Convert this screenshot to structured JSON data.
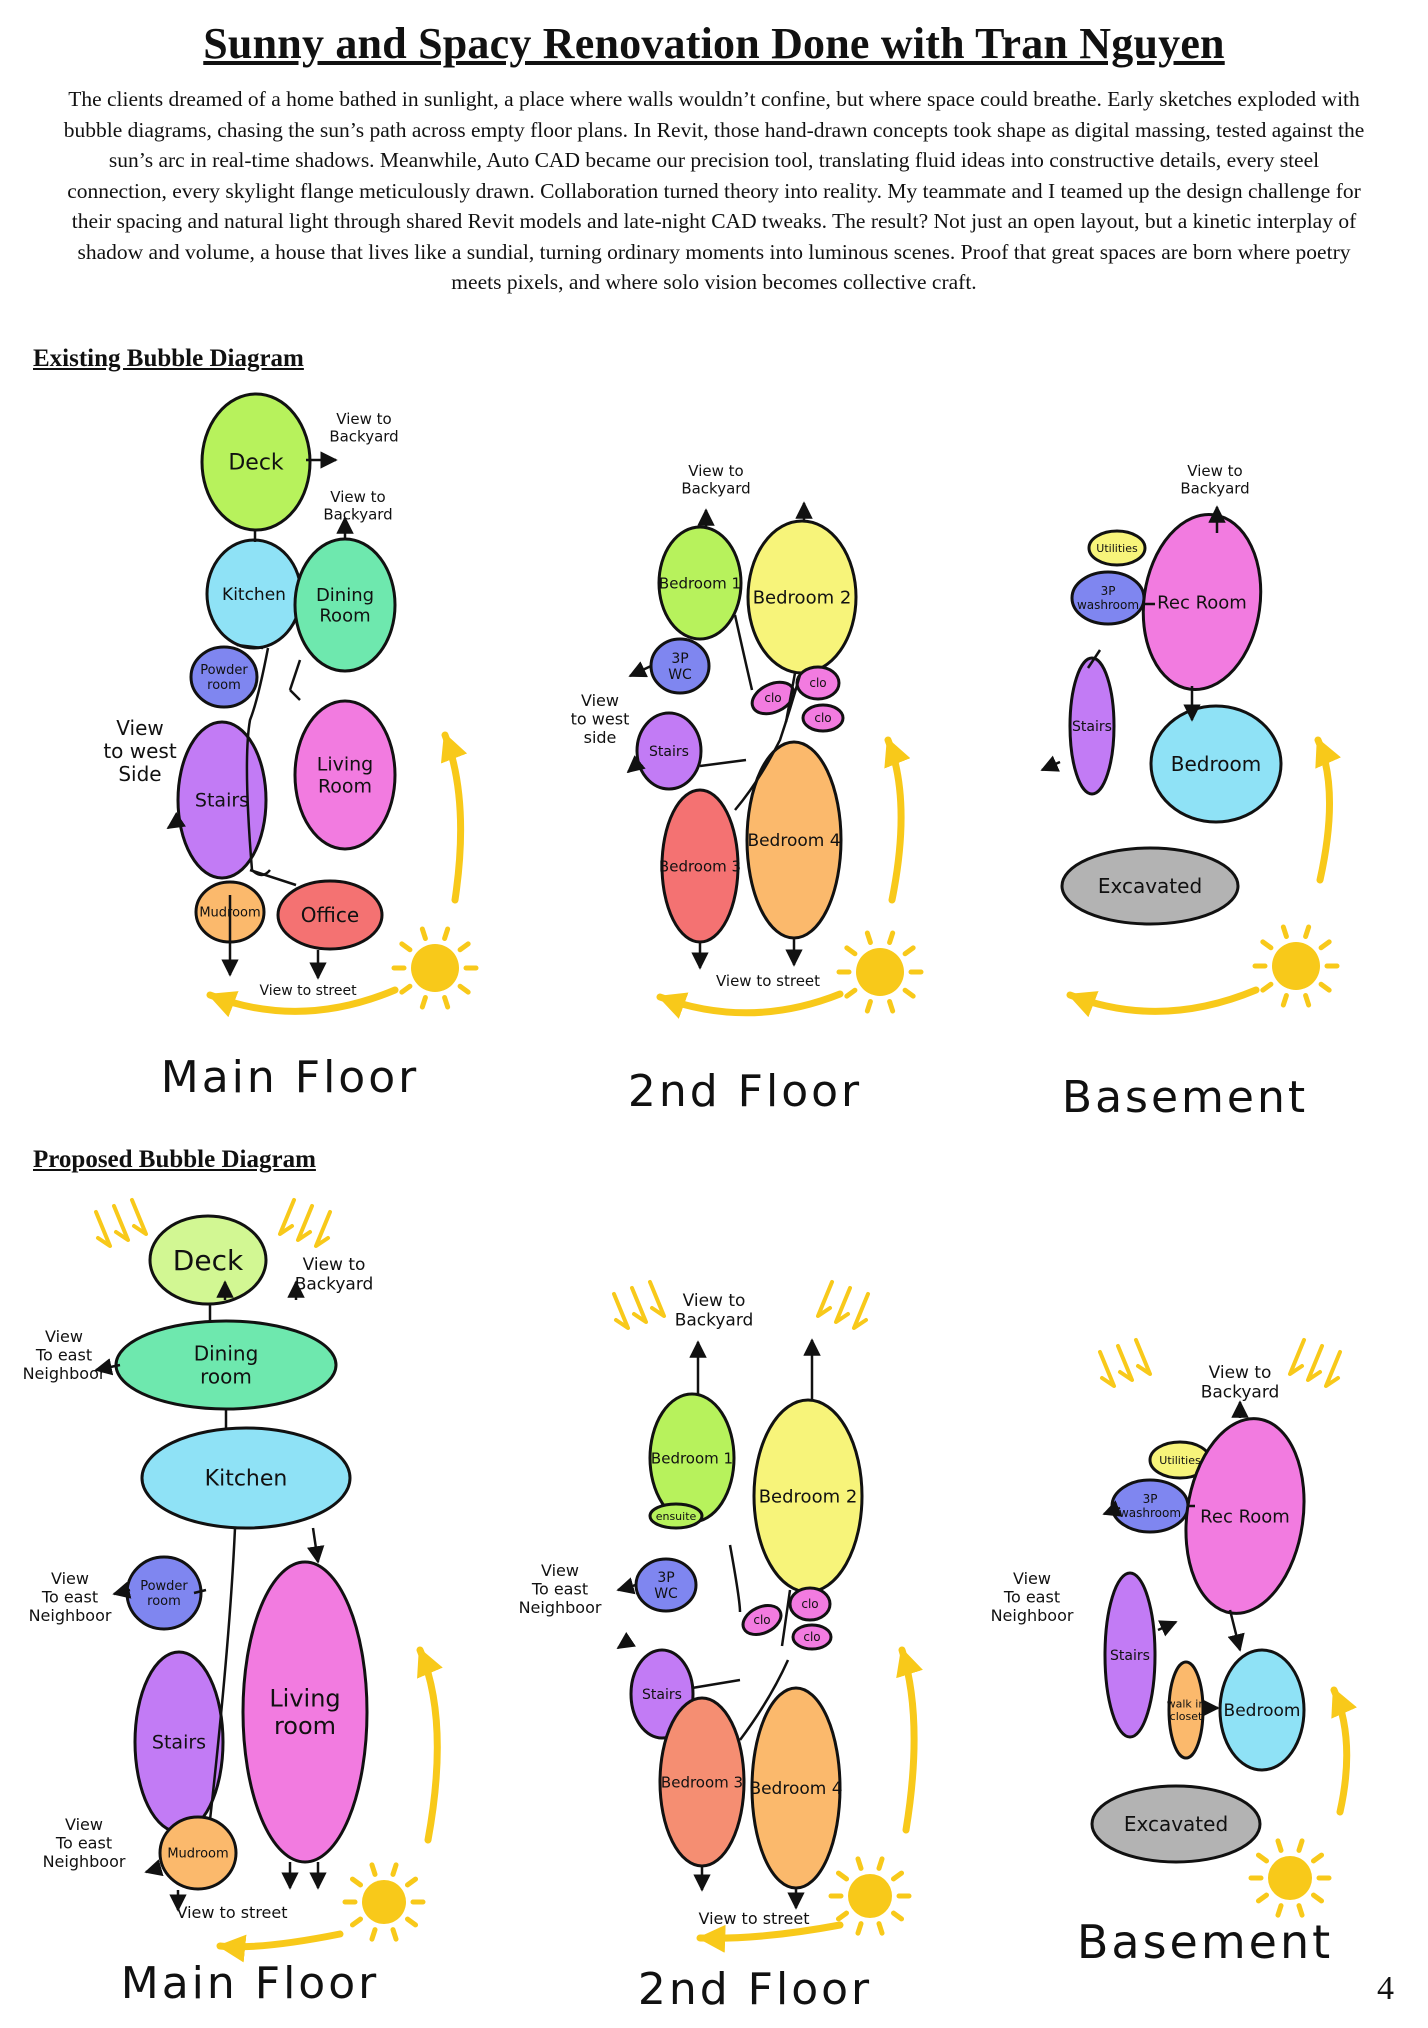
{
  "title": "Sunny and Spacy Renovation Done with Tran Nguyen",
  "intro": "The clients dreamed of a home bathed in sunlight, a place where walls wouldn’t confine, but where space could breathe. Early sketches exploded with bubble diagrams, chasing the sun’s path across empty floor plans. In Revit, those hand-drawn concepts took shape as digital massing, tested against the sun’s arc in real-time shadows. Meanwhile, Auto CAD became our precision tool, translating fluid ideas into constructive details, every steel connection, every skylight flange meticulously drawn. Collaboration turned theory into reality. My teammate and I teamed up the design challenge for their spacing and natural light through shared Revit models and late-night CAD tweaks. The result? Not just an open layout, but a kinetic interplay of shadow and volume, a house that lives like a sundial, turning ordinary moments into luminous scenes. Proof that great spaces are born where poetry meets pixels, and where solo vision becomes collective craft.",
  "sections": {
    "existing": "Existing Bubble Diagram",
    "proposed": "Proposed Bubble Diagram"
  },
  "page_number": "4",
  "colors": {
    "green": "#b7f25c",
    "cyan": "#8fe2f6",
    "mint": "#6ee8ae",
    "blue": "#7f86f0",
    "purple": "#c27bf5",
    "magenta": "#f27be0",
    "orange": "#fbb96c",
    "salmon": "#f58e72",
    "red": "#f47272",
    "yellow": "#f7f47a",
    "lightyellow": "#f4f59a",
    "lightgreen": "#d2f793",
    "gray": "#b3b3b3",
    "sun": "#f8c91a"
  },
  "diagrams": {
    "existing": [
      {
        "floor_label": "Main Floor",
        "bubbles": [
          {
            "name": "Deck",
            "color": "green"
          },
          {
            "name": "Kitchen",
            "color": "cyan"
          },
          {
            "name": "Dining Room",
            "color": "mint"
          },
          {
            "name": "Powder room",
            "color": "blue"
          },
          {
            "name": "Stairs",
            "color": "purple"
          },
          {
            "name": "Living Room",
            "color": "magenta"
          },
          {
            "name": "Mudroom",
            "color": "orange"
          },
          {
            "name": "Office",
            "color": "red"
          }
        ],
        "annotations": [
          "View to Backyard",
          "View to Backyard",
          "View to west Side",
          "View to street"
        ]
      },
      {
        "floor_label": "2nd Floor",
        "bubbles": [
          {
            "name": "Bedroom 1",
            "color": "green"
          },
          {
            "name": "Bedroom 2",
            "color": "yellow"
          },
          {
            "name": "3P WC",
            "color": "blue"
          },
          {
            "name": "clo",
            "color": "magenta"
          },
          {
            "name": "clo",
            "color": "magenta"
          },
          {
            "name": "clo",
            "color": "magenta"
          },
          {
            "name": "Stairs",
            "color": "purple"
          },
          {
            "name": "Bedroom 3",
            "color": "red"
          },
          {
            "name": "Bedroom 4",
            "color": "orange"
          }
        ],
        "annotations": [
          "View to Backyard",
          "View to west Side",
          "View to street"
        ]
      },
      {
        "floor_label": "Basement",
        "bubbles": [
          {
            "name": "Utilities",
            "color": "yellow"
          },
          {
            "name": "3P washroom",
            "color": "blue"
          },
          {
            "name": "Rec Room",
            "color": "magenta"
          },
          {
            "name": "Stairs",
            "color": "purple"
          },
          {
            "name": "Bedroom",
            "color": "cyan"
          },
          {
            "name": "Excavated",
            "color": "gray"
          }
        ],
        "annotations": [
          "View to Backyard"
        ]
      }
    ],
    "proposed": [
      {
        "floor_label": "Main Floor",
        "bubbles": [
          {
            "name": "Deck",
            "color": "lightgreen"
          },
          {
            "name": "Dining room",
            "color": "mint"
          },
          {
            "name": "Kitchen",
            "color": "cyan"
          },
          {
            "name": "Powder room",
            "color": "blue"
          },
          {
            "name": "Stairs",
            "color": "purple"
          },
          {
            "name": "Living room",
            "color": "magenta"
          },
          {
            "name": "Mudroom",
            "color": "orange"
          }
        ],
        "annotations": [
          "View to Backyard",
          "View to east Neighboor",
          "View to east Neighboor",
          "View to east Neighboor",
          "View to street"
        ]
      },
      {
        "floor_label": "2nd Floor",
        "bubbles": [
          {
            "name": "Bedroom 1",
            "color": "green"
          },
          {
            "name": "ensuite",
            "color": "green"
          },
          {
            "name": "Bedroom 2",
            "color": "yellow"
          },
          {
            "name": "3P WC",
            "color": "blue"
          },
          {
            "name": "clo",
            "color": "magenta"
          },
          {
            "name": "clo",
            "color": "magenta"
          },
          {
            "name": "clo",
            "color": "magenta"
          },
          {
            "name": "Stairs",
            "color": "purple"
          },
          {
            "name": "Bedroom 3",
            "color": "salmon"
          },
          {
            "name": "Bedroom 4",
            "color": "orange"
          }
        ],
        "annotations": [
          "View to Backyard",
          "View to east Neighboor",
          "View to street"
        ]
      },
      {
        "floor_label": "Basement",
        "bubbles": [
          {
            "name": "Utilities",
            "color": "yellow"
          },
          {
            "name": "3P washroom",
            "color": "blue"
          },
          {
            "name": "Rec Room",
            "color": "magenta"
          },
          {
            "name": "Stairs",
            "color": "purple"
          },
          {
            "name": "walk in closet",
            "color": "orange"
          },
          {
            "name": "Bedroom",
            "color": "cyan"
          },
          {
            "name": "Excavated",
            "color": "gray"
          }
        ],
        "annotations": [
          "View to Backyard",
          "View to east Neighboor"
        ]
      }
    ]
  }
}
